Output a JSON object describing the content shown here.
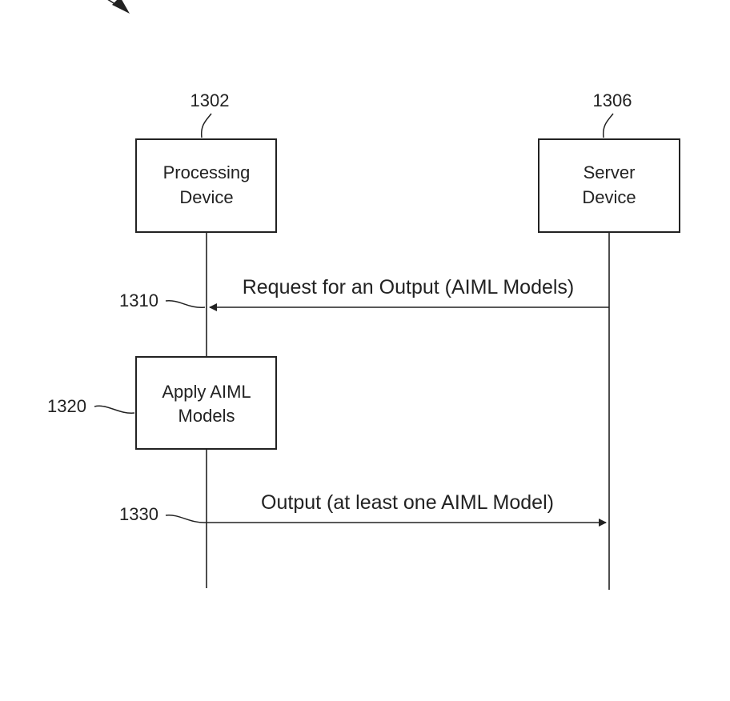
{
  "participants": [
    {
      "ref": "1302",
      "line1": "Processing",
      "line2": "Device"
    },
    {
      "ref": "1306",
      "line1": "Server",
      "line2": "Device"
    }
  ],
  "messages": [
    {
      "ref": "1310",
      "text": "Request for an Output (AIML Models)",
      "direction": "server-to-processing"
    },
    {
      "ref": "1330",
      "text": "Output (at least one AIML Model)",
      "direction": "processing-to-server"
    }
  ],
  "activity": {
    "ref": "1320",
    "line1": "Apply AIML",
    "line2": "Models"
  }
}
